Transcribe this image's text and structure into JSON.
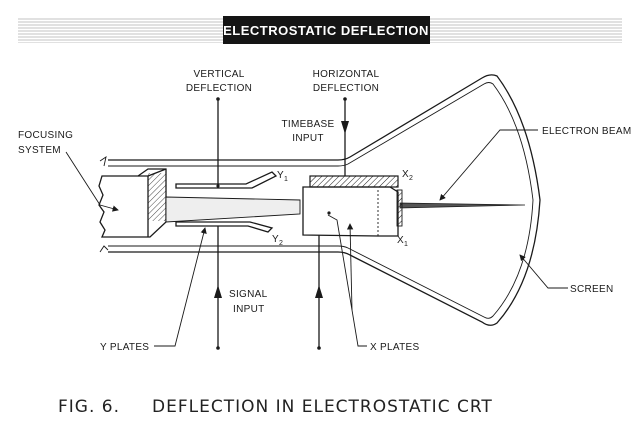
{
  "header": {
    "title": "ELECTROSTATIC DEFLECTION"
  },
  "labels": {
    "vertical_deflection": [
      "VERTICAL",
      "DEFLECTION"
    ],
    "horizontal_deflection": [
      "HORIZONTAL",
      "DEFLECTION"
    ],
    "timebase_input": [
      "TIMEBASE",
      "INPUT"
    ],
    "focusing_system": [
      "FOCUSING",
      "SYSTEM"
    ],
    "electron_beam": "ELECTRON BEAM",
    "signal_input": [
      "SIGNAL",
      "INPUT"
    ],
    "y_plates": "Y PLATES",
    "x_plates": "X PLATES",
    "screen": "SCREEN",
    "y1": "Y",
    "y1_sub": "1",
    "y2": "Y",
    "y2_sub": "2",
    "x1": "X",
    "x1_sub": "1",
    "x2": "X",
    "x2_sub": "2"
  },
  "caption": {
    "fig": "FIG. 6.",
    "text": "DEFLECTION IN ELECTROSTATIC CRT"
  },
  "colors": {
    "ink": "#1a1a1a",
    "header_bg": "#151515",
    "paper": "#ffffff"
  }
}
